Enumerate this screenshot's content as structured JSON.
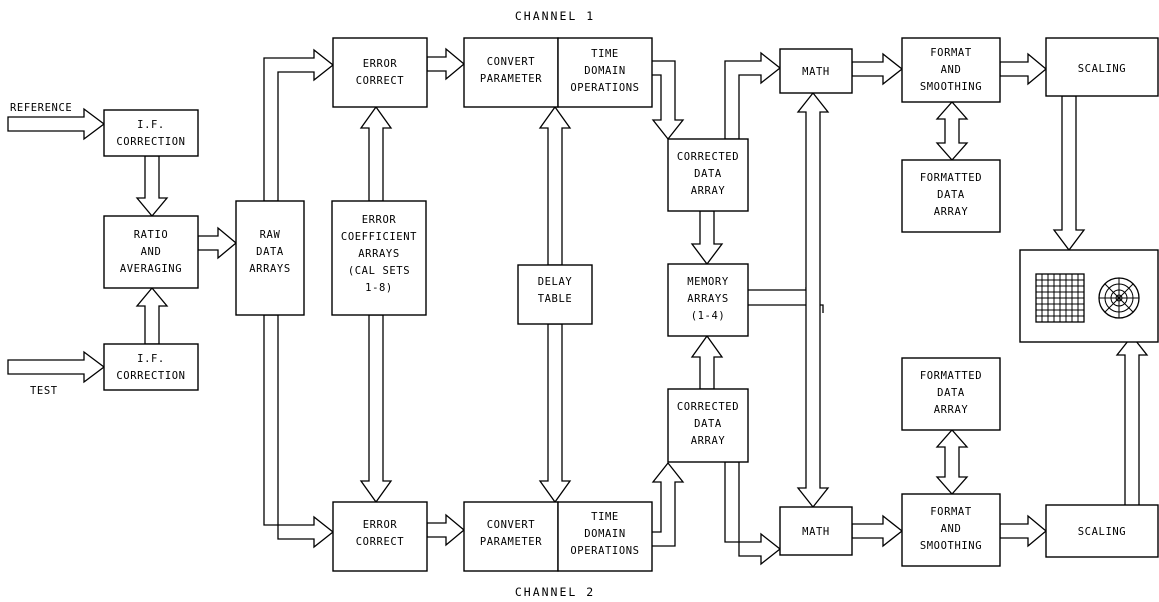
{
  "channel_labels": {
    "top": "CHANNEL 1",
    "bottom": "CHANNEL 2"
  },
  "inputs": {
    "reference": "REFERENCE",
    "test": "TEST"
  },
  "blocks": {
    "if_correction_ref": [
      "I.F.",
      "CORRECTION"
    ],
    "ratio_averaging": [
      "RATIO",
      "AND",
      "AVERAGING"
    ],
    "if_correction_test": [
      "I.F.",
      "CORRECTION"
    ],
    "raw_data_arrays": [
      "RAW",
      "DATA",
      "ARRAYS"
    ],
    "error_correct_1": [
      "ERROR",
      "CORRECT"
    ],
    "error_coefficient_arrays": [
      "ERROR",
      "COEFFICIENT",
      "ARRAYS",
      "(CAL SETS",
      "1-8)"
    ],
    "error_correct_2": [
      "ERROR",
      "CORRECT"
    ],
    "convert_parameter_1": [
      "CONVERT",
      "PARAMETER"
    ],
    "time_domain_1": [
      "TIME",
      "DOMAIN",
      "OPERATIONS"
    ],
    "delay_table": [
      "DELAY",
      "TABLE"
    ],
    "convert_parameter_2": [
      "CONVERT",
      "PARAMETER"
    ],
    "time_domain_2": [
      "TIME",
      "DOMAIN",
      "OPERATIONS"
    ],
    "corrected_data_array_1": [
      "CORRECTED",
      "DATA",
      "ARRAY"
    ],
    "memory_arrays": [
      "MEMORY",
      "ARRAYS",
      "(1-4)"
    ],
    "corrected_data_array_2": [
      "CORRECTED",
      "DATA",
      "ARRAY"
    ],
    "math_1": [
      "MATH"
    ],
    "math_2": [
      "MATH"
    ],
    "format_smoothing_1": [
      "FORMAT",
      "AND",
      "SMOOTHING"
    ],
    "formatted_data_array_1": [
      "FORMATTED",
      "DATA",
      "ARRAY"
    ],
    "formatted_data_array_2": [
      "FORMATTED",
      "DATA",
      "ARRAY"
    ],
    "format_smoothing_2": [
      "FORMAT",
      "AND",
      "SMOOTHING"
    ],
    "scaling_1": [
      "SCALING"
    ],
    "scaling_2": [
      "SCALING"
    ]
  },
  "display_icons": [
    "cartesian-grid-icon",
    "polar-smith-icon"
  ]
}
